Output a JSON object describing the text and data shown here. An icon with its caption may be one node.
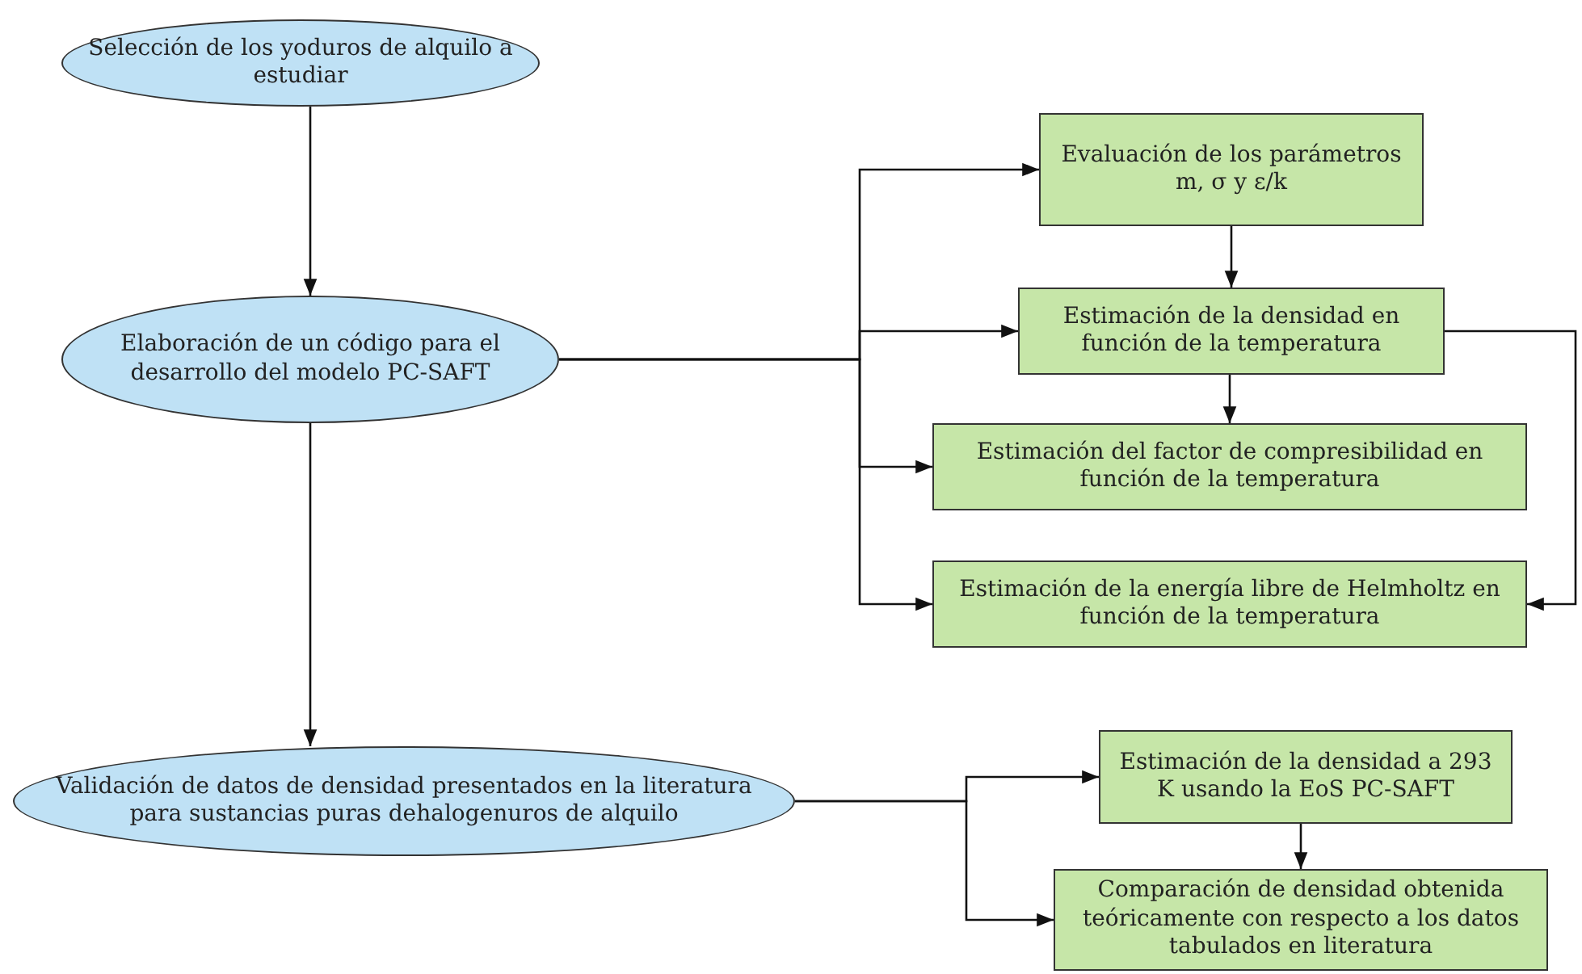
{
  "diagram": {
    "nodes": [
      {
        "text": [
          "Selección de los yoduros de alquilo a estudiar"
        ]
      },
      {
        "text": [
          "Elaboración de un código para el desarrollo del modelo PC-SAFT"
        ]
      },
      {
        "text": [
          "Validación de datos de densidad presentados en la literatura para sustancias puras dehalogenuros de alquilo"
        ]
      },
      {
        "text": [
          "Evaluación de los parámetros m, σ y ε/k"
        ]
      },
      {
        "text": [
          "Estimación de la densidad en función de la temperatura"
        ]
      },
      {
        "text": [
          "Estimación del factor de compresibilidad en función de la temperatura"
        ]
      },
      {
        "text": [
          "Estimación de la energía libre de Helmholtz en función de la temperatura"
        ]
      },
      {
        "text": [
          "Estimación de la densidad a 293 K usando la EoS PC-SAFT"
        ]
      },
      {
        "text": [
          "Comparación de densidad obtenida teóricamente con respecto a los datos tabulados en literatura"
        ]
      }
    ],
    "edges": [
      {
        "from": 0,
        "to": 1,
        "arrow": "to"
      },
      {
        "from": 1,
        "to": 3,
        "arrow": "to"
      },
      {
        "from": 1,
        "to": 4,
        "arrow": "to"
      },
      {
        "from": 1,
        "to": 5,
        "arrow": "to"
      },
      {
        "from": 1,
        "to": 6,
        "arrow": "to"
      },
      {
        "from": 3,
        "to": 4,
        "arrow": "to"
      },
      {
        "from": 4,
        "to": 5,
        "arrow": "to"
      },
      {
        "from": 4,
        "to": 6,
        "arrow": "to"
      },
      {
        "from": 1,
        "to": 2,
        "arrow": "to"
      },
      {
        "from": 2,
        "to": 7,
        "arrow": "to"
      },
      {
        "from": 2,
        "to": 8,
        "arrow": "to"
      },
      {
        "from": 7,
        "to": 8,
        "arrow": "to"
      }
    ]
  }
}
